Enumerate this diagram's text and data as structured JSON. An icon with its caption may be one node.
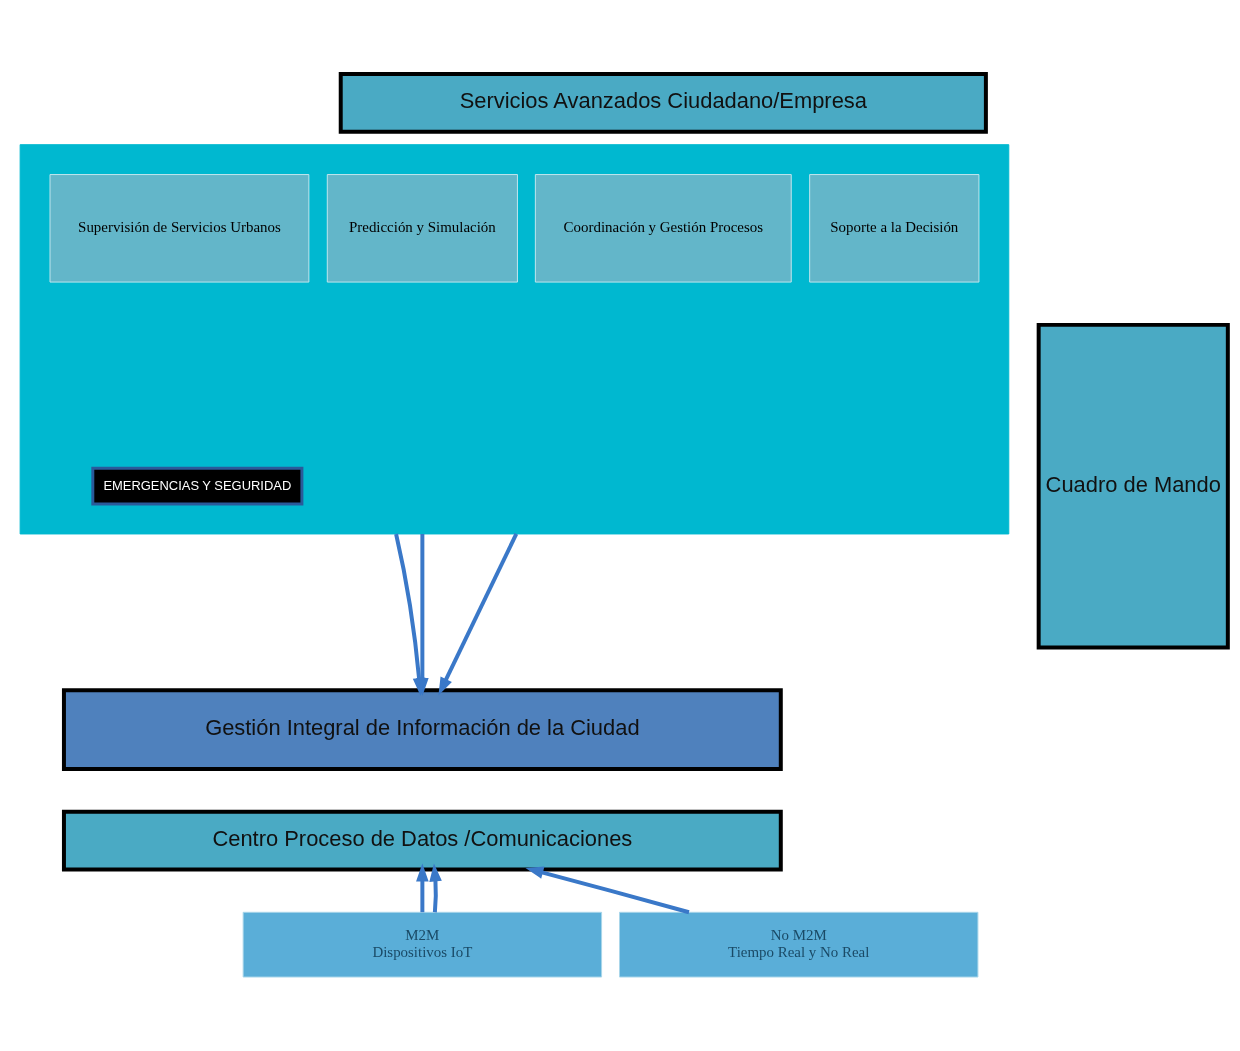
{
  "diagram": {
    "nodes": [
      {
        "text": [
          "Servicios Avanzados Ciudadano/Empresa"
        ]
      },
      {
        "text": [],
        "shape": "box"
      },
      {
        "text": [
          "Coordinación y Gestión Procesos"
        ],
        "in": 1
      },
      {
        "text": [
          "Soporte a la Decisión"
        ],
        "in": 1
      },
      {
        "text": [
          "Predicción y Simulación"
        ],
        "in": 1
      },
      {
        "text": [
          "Supervisión de Servicios Urbanos"
        ],
        "in": 1
      },
      {
        "text": [
          "EMERGENCIAS Y SEGURIDAD"
        ],
        "in": 1
      },
      {
        "text": [
          "Cuadro de Mando"
        ]
      },
      {
        "text": [
          "Gestión Integral de Información de la Ciudad"
        ]
      },
      {
        "text": [
          "Centro Proceso de Datos /Comunicaciones"
        ]
      },
      {
        "text": [
          "M2M",
          "Dispositivos IoT"
        ]
      },
      {
        "text": [
          "No M2M",
          "Tiempo Real y No Real"
        ]
      }
    ],
    "edges": [
      {
        "from": 1,
        "to": 8,
        "arrow": "to"
      },
      {
        "from": 1,
        "to": 8,
        "arrow": "to"
      },
      {
        "from": 1,
        "to": 8,
        "arrow": "to"
      },
      {
        "from": 10,
        "to": 9,
        "arrow": "to"
      },
      {
        "from": 10,
        "to": 9,
        "arrow": "to"
      },
      {
        "from": 11,
        "to": 9,
        "arrow": "to"
      }
    ]
  }
}
